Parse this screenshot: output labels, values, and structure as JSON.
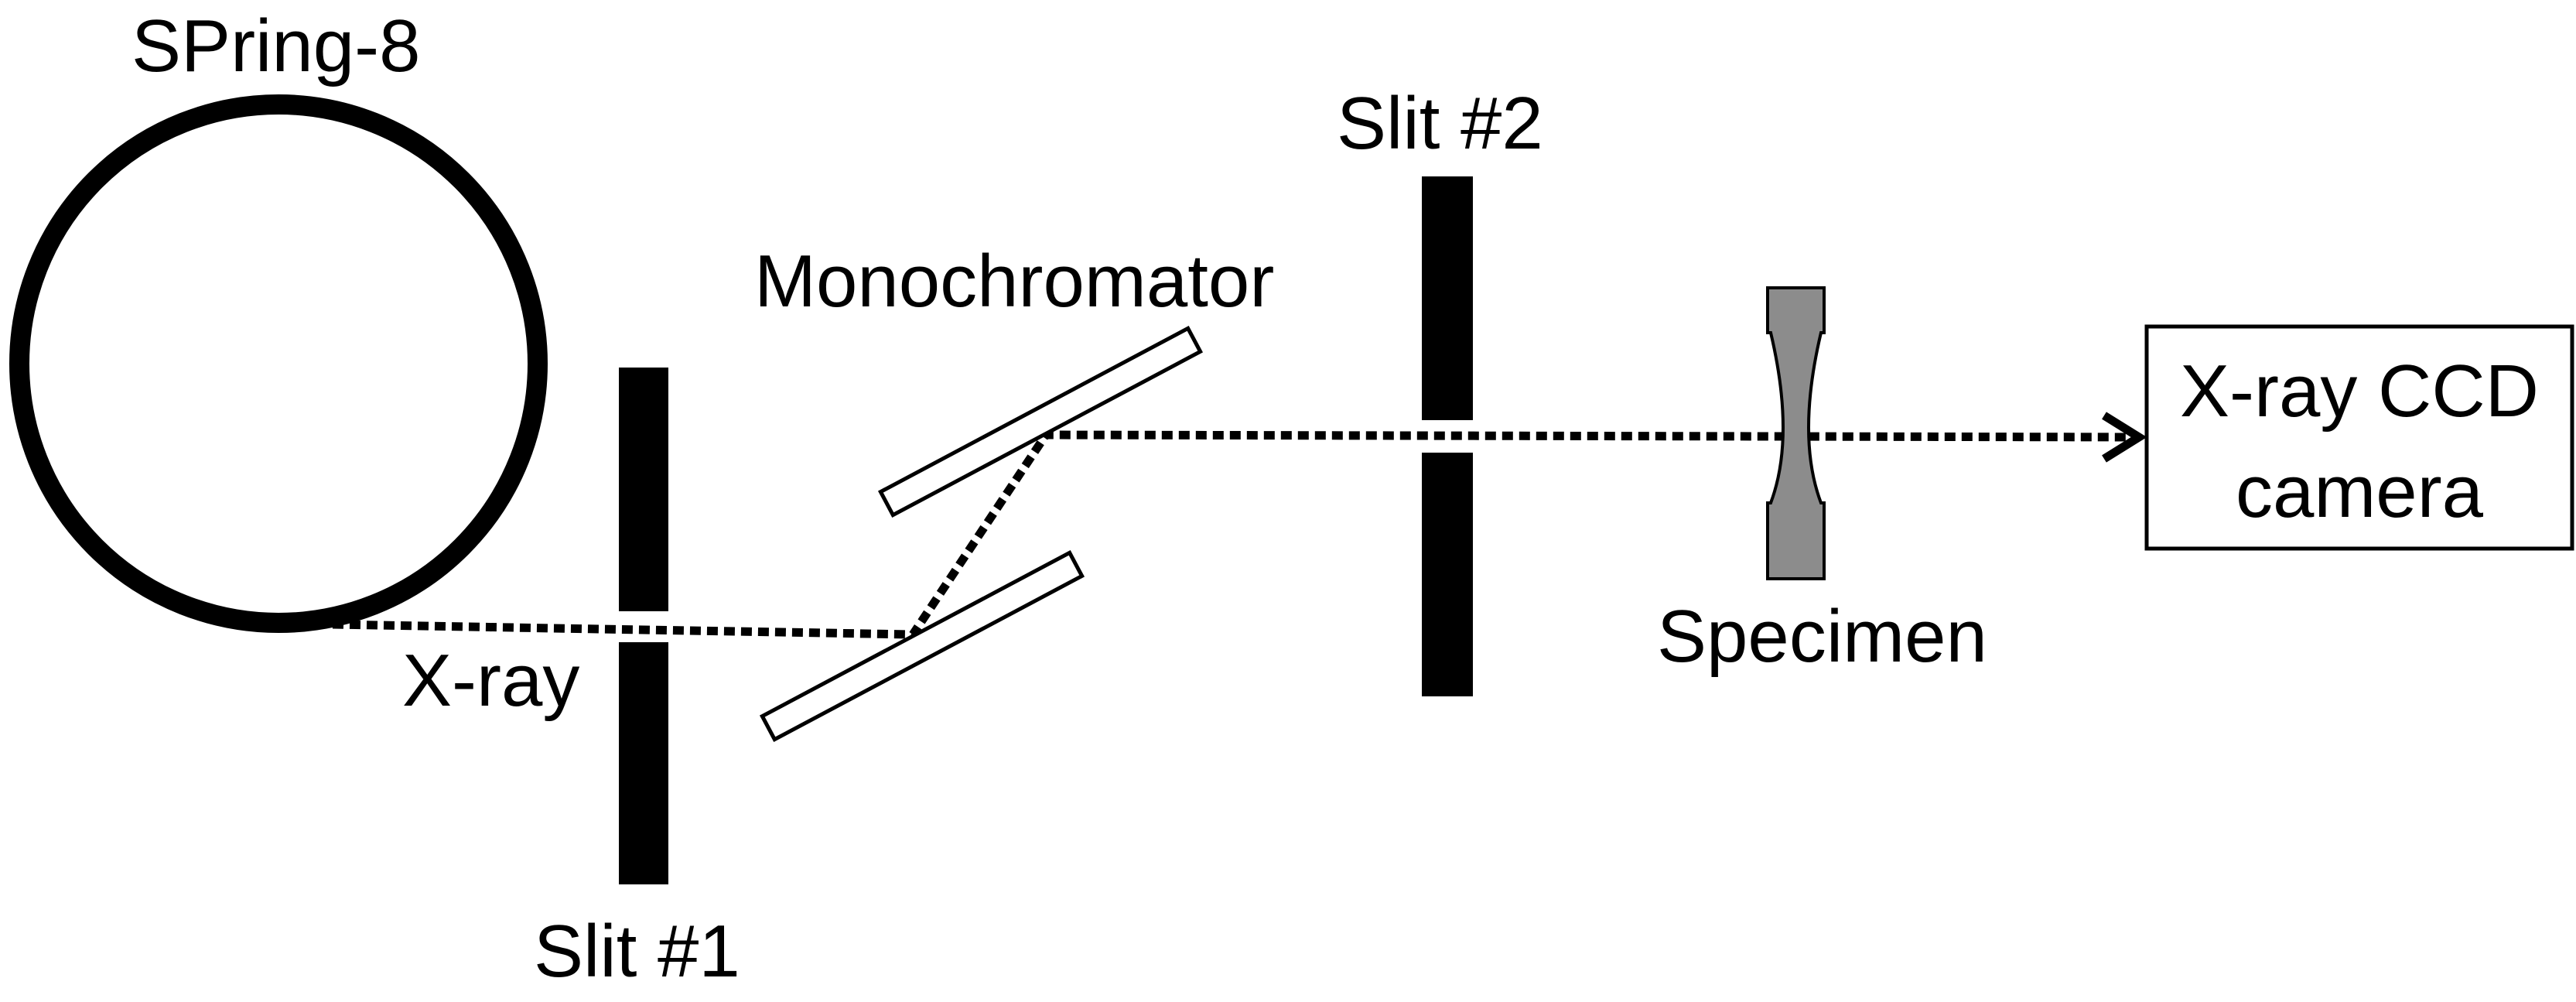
{
  "labels": {
    "source": "SPring-8",
    "xray": "X-ray",
    "slit1": "Slit #1",
    "monochromator": "Monochromator",
    "slit2": "Slit #2",
    "specimen": "Specimen",
    "detector_line1": "X-ray CCD",
    "detector_line2": "camera"
  },
  "colors": {
    "ink": "#000000",
    "specimen_fill": "#8c8c8c",
    "background": "#ffffff"
  }
}
